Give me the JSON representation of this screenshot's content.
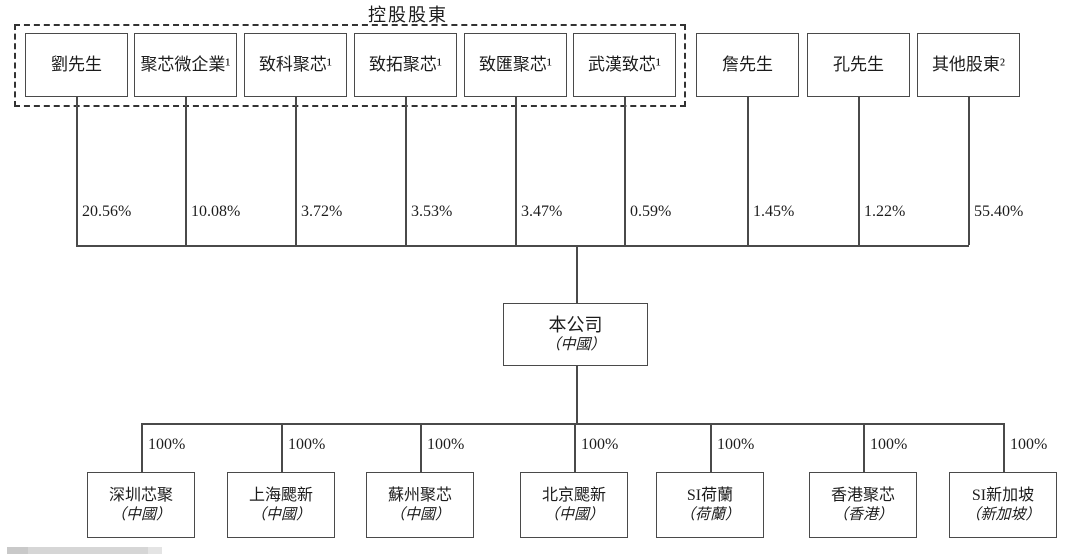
{
  "diagram": {
    "group_label": "控股股東",
    "shareholders": [
      {
        "name": "劉先生",
        "pct": "20.56%",
        "in_group": true
      },
      {
        "name": "聚芯微企業¹",
        "pct": "10.08%",
        "in_group": true
      },
      {
        "name": "致科聚芯¹",
        "pct": "3.72%",
        "in_group": true
      },
      {
        "name": "致拓聚芯¹",
        "pct": "3.53%",
        "in_group": true
      },
      {
        "name": "致匯聚芯¹",
        "pct": "3.47%",
        "in_group": true
      },
      {
        "name": "武漢致芯¹",
        "pct": "0.59%",
        "in_group": true
      },
      {
        "name": "詹先生",
        "pct": "1.45%",
        "in_group": false
      },
      {
        "name": "孔先生",
        "pct": "1.22%",
        "in_group": false
      },
      {
        "name": "其他股東²",
        "pct": "55.40%",
        "in_group": false
      }
    ],
    "company": {
      "name": "本公司",
      "place": "（中國）"
    },
    "subsidiaries": [
      {
        "name": "深圳芯聚",
        "place": "（中國）",
        "pct": "100%"
      },
      {
        "name": "上海颸新",
        "place": "（中國）",
        "pct": "100%"
      },
      {
        "name": "蘇州聚芯",
        "place": "（中國）",
        "pct": "100%"
      },
      {
        "name": "北京颸新",
        "place": "（中國）",
        "pct": "100%"
      },
      {
        "name": "SI荷蘭",
        "place": "（荷蘭）",
        "pct": "100%"
      },
      {
        "name": "香港聚芯",
        "place": "（香港）",
        "pct": "100%"
      },
      {
        "name": "SI新加坡",
        "place": "（新加坡）",
        "pct": "100%"
      }
    ]
  },
  "colors": {
    "line": "#4a4a4a",
    "dashed_frame": "#333333",
    "text": "#1c1c1c",
    "background": "#ffffff"
  }
}
